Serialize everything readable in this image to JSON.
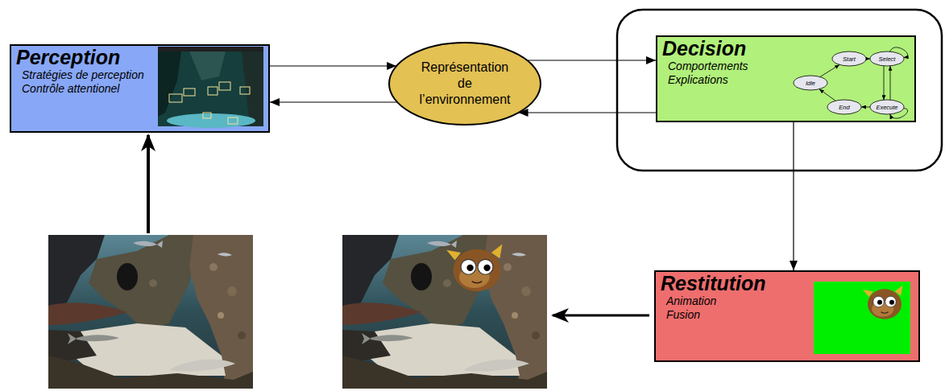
{
  "diagram": {
    "nodes": [
      {
        "text": [
          "Perception",
          "Stratégies de perception",
          "Contrôle attentionel"
        ]
      },
      {
        "text": [
          "Représentation de l’environnement"
        ]
      },
      {
        "text": [
          "Decision",
          "Comportements",
          "Explications"
        ]
      },
      {
        "text": [
          "Idle"
        ],
        "in": 2
      },
      {
        "text": [
          "Start"
        ],
        "in": 2
      },
      {
        "text": [
          "Select"
        ],
        "in": 2
      },
      {
        "text": [
          "Execute"
        ],
        "in": 2
      },
      {
        "text": [
          "End"
        ],
        "in": 2
      },
      {
        "text": [
          "Restitution",
          "Animation",
          "Fusion"
        ]
      }
    ],
    "edges": [
      {
        "from": 0,
        "to": 1,
        "arrow": "to"
      },
      {
        "from": 1,
        "to": 0,
        "arrow": "to"
      },
      {
        "from": 1,
        "to": 2,
        "arrow": "to"
      },
      {
        "from": 2,
        "to": 1,
        "arrow": "to"
      },
      {
        "from": 2,
        "to": 8,
        "arrow": "to"
      },
      {
        "from": 3,
        "to": 4,
        "arrow": "to"
      },
      {
        "from": 4,
        "to": 5,
        "arrow": "to"
      },
      {
        "from": 5,
        "to": 5,
        "arrow": "to"
      },
      {
        "from": 5,
        "to": 6,
        "arrow": "to"
      },
      {
        "from": 6,
        "to": 5,
        "arrow": "to"
      },
      {
        "from": 6,
        "to": 6,
        "arrow": "to"
      },
      {
        "from": 6,
        "to": 7,
        "arrow": "to"
      },
      {
        "from": 7,
        "to": 3,
        "arrow": "to"
      }
    ]
  }
}
